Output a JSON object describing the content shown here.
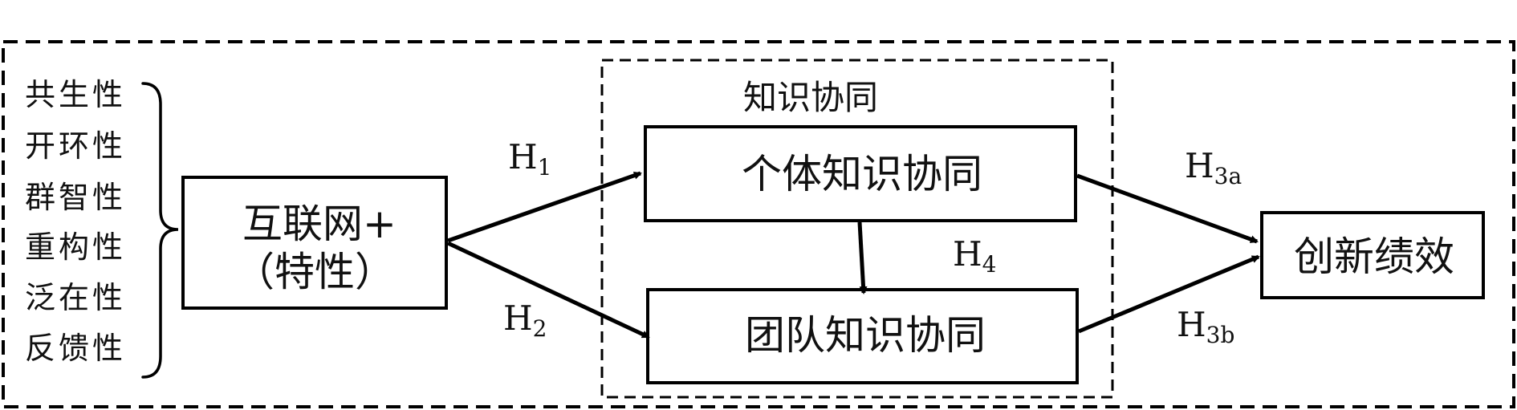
{
  "characteristics": [
    "共生性",
    "开环性",
    "群智性",
    "重构性",
    "泛在性",
    "反馈性"
  ],
  "internet_box": {
    "line1": "互联网+",
    "line2": "（特性）"
  },
  "knowledge_synergy": {
    "group_label": "知识协同",
    "individual": "个体知识协同",
    "team": "团队知识协同"
  },
  "outcome": "创新绩效",
  "hypotheses": {
    "h1": {
      "base": "H",
      "sub": "1"
    },
    "h2": {
      "base": "H",
      "sub": "2"
    },
    "h3a": {
      "base": "H",
      "sub": "3a"
    },
    "h3b": {
      "base": "H",
      "sub": "3b"
    },
    "h4": {
      "base": "H",
      "sub": "4"
    }
  },
  "colors": {
    "stroke": "#000000",
    "text": "#111111",
    "background": "#ffffff"
  }
}
